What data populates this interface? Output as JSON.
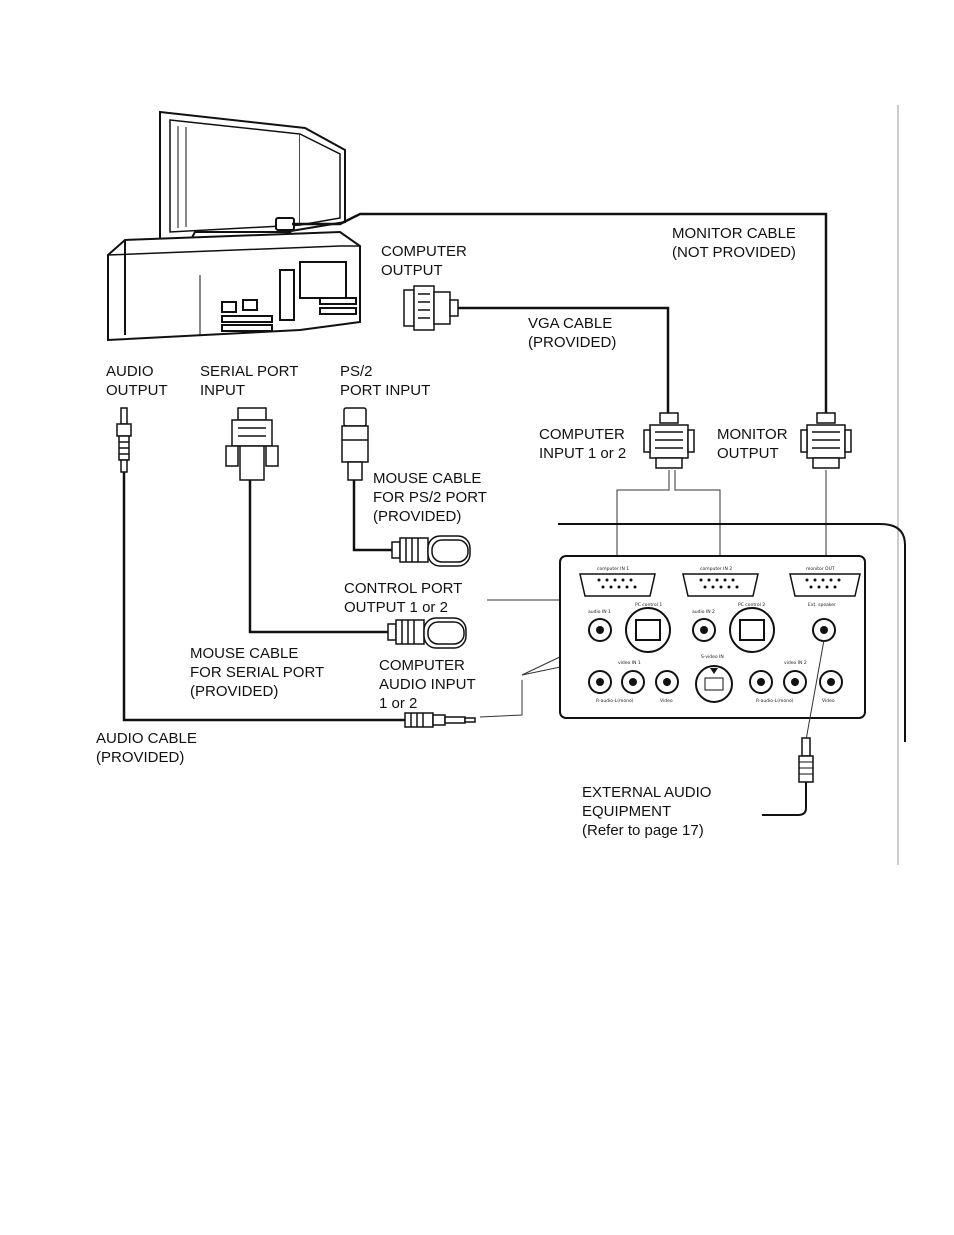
{
  "labels": {
    "computer_output": [
      "COMPUTER",
      "OUTPUT"
    ],
    "monitor_cable": [
      "MONITOR CABLE",
      "(NOT PROVIDED)"
    ],
    "vga_cable": [
      "VGA CABLE",
      "(PROVIDED)"
    ],
    "audio_output": [
      "AUDIO",
      "OUTPUT"
    ],
    "serial_port_input": [
      "SERIAL PORT",
      "INPUT"
    ],
    "ps2_port_input": [
      "PS/2",
      "PORT INPUT"
    ],
    "computer_input": [
      "COMPUTER",
      "INPUT 1 or 2"
    ],
    "monitor_output": [
      "MONITOR",
      "OUTPUT"
    ],
    "mouse_cable_ps2": [
      "MOUSE CABLE",
      "FOR PS/2 PORT",
      "(PROVIDED)"
    ],
    "control_port_output": [
      "CONTROL PORT",
      "OUTPUT 1 or 2"
    ],
    "mouse_cable_serial": [
      "MOUSE CABLE",
      "FOR SERIAL PORT",
      "(PROVIDED)"
    ],
    "computer_audio_input": [
      "COMPUTER",
      "AUDIO INPUT",
      "1 or 2"
    ],
    "audio_cable": [
      "AUDIO CABLE",
      "(PROVIDED)"
    ],
    "external_audio": [
      "EXTERNAL AUDIO",
      "EQUIPMENT",
      "(Refer to page 17)"
    ]
  },
  "panel_labels": {
    "computer_in_1": "computer IN 1",
    "computer_in_2": "computer IN 2",
    "monitor_out": "monitor OUT",
    "audio_in_1": "audio IN 1",
    "audio_in_2": "audio IN 2",
    "pc_control_1": "PC control 1",
    "pc_control_2": "PC control 2",
    "ext_speaker": "Ext. speaker",
    "video_in_1": "video IN 1",
    "video_in_2": "video IN 2",
    "s_video_in": "S-video IN",
    "r_audio_l_1": "R-audio-L(mono)",
    "r_audio_l_2": "R-audio-L(mono)",
    "video_1": "Video",
    "video_2": "Video"
  }
}
